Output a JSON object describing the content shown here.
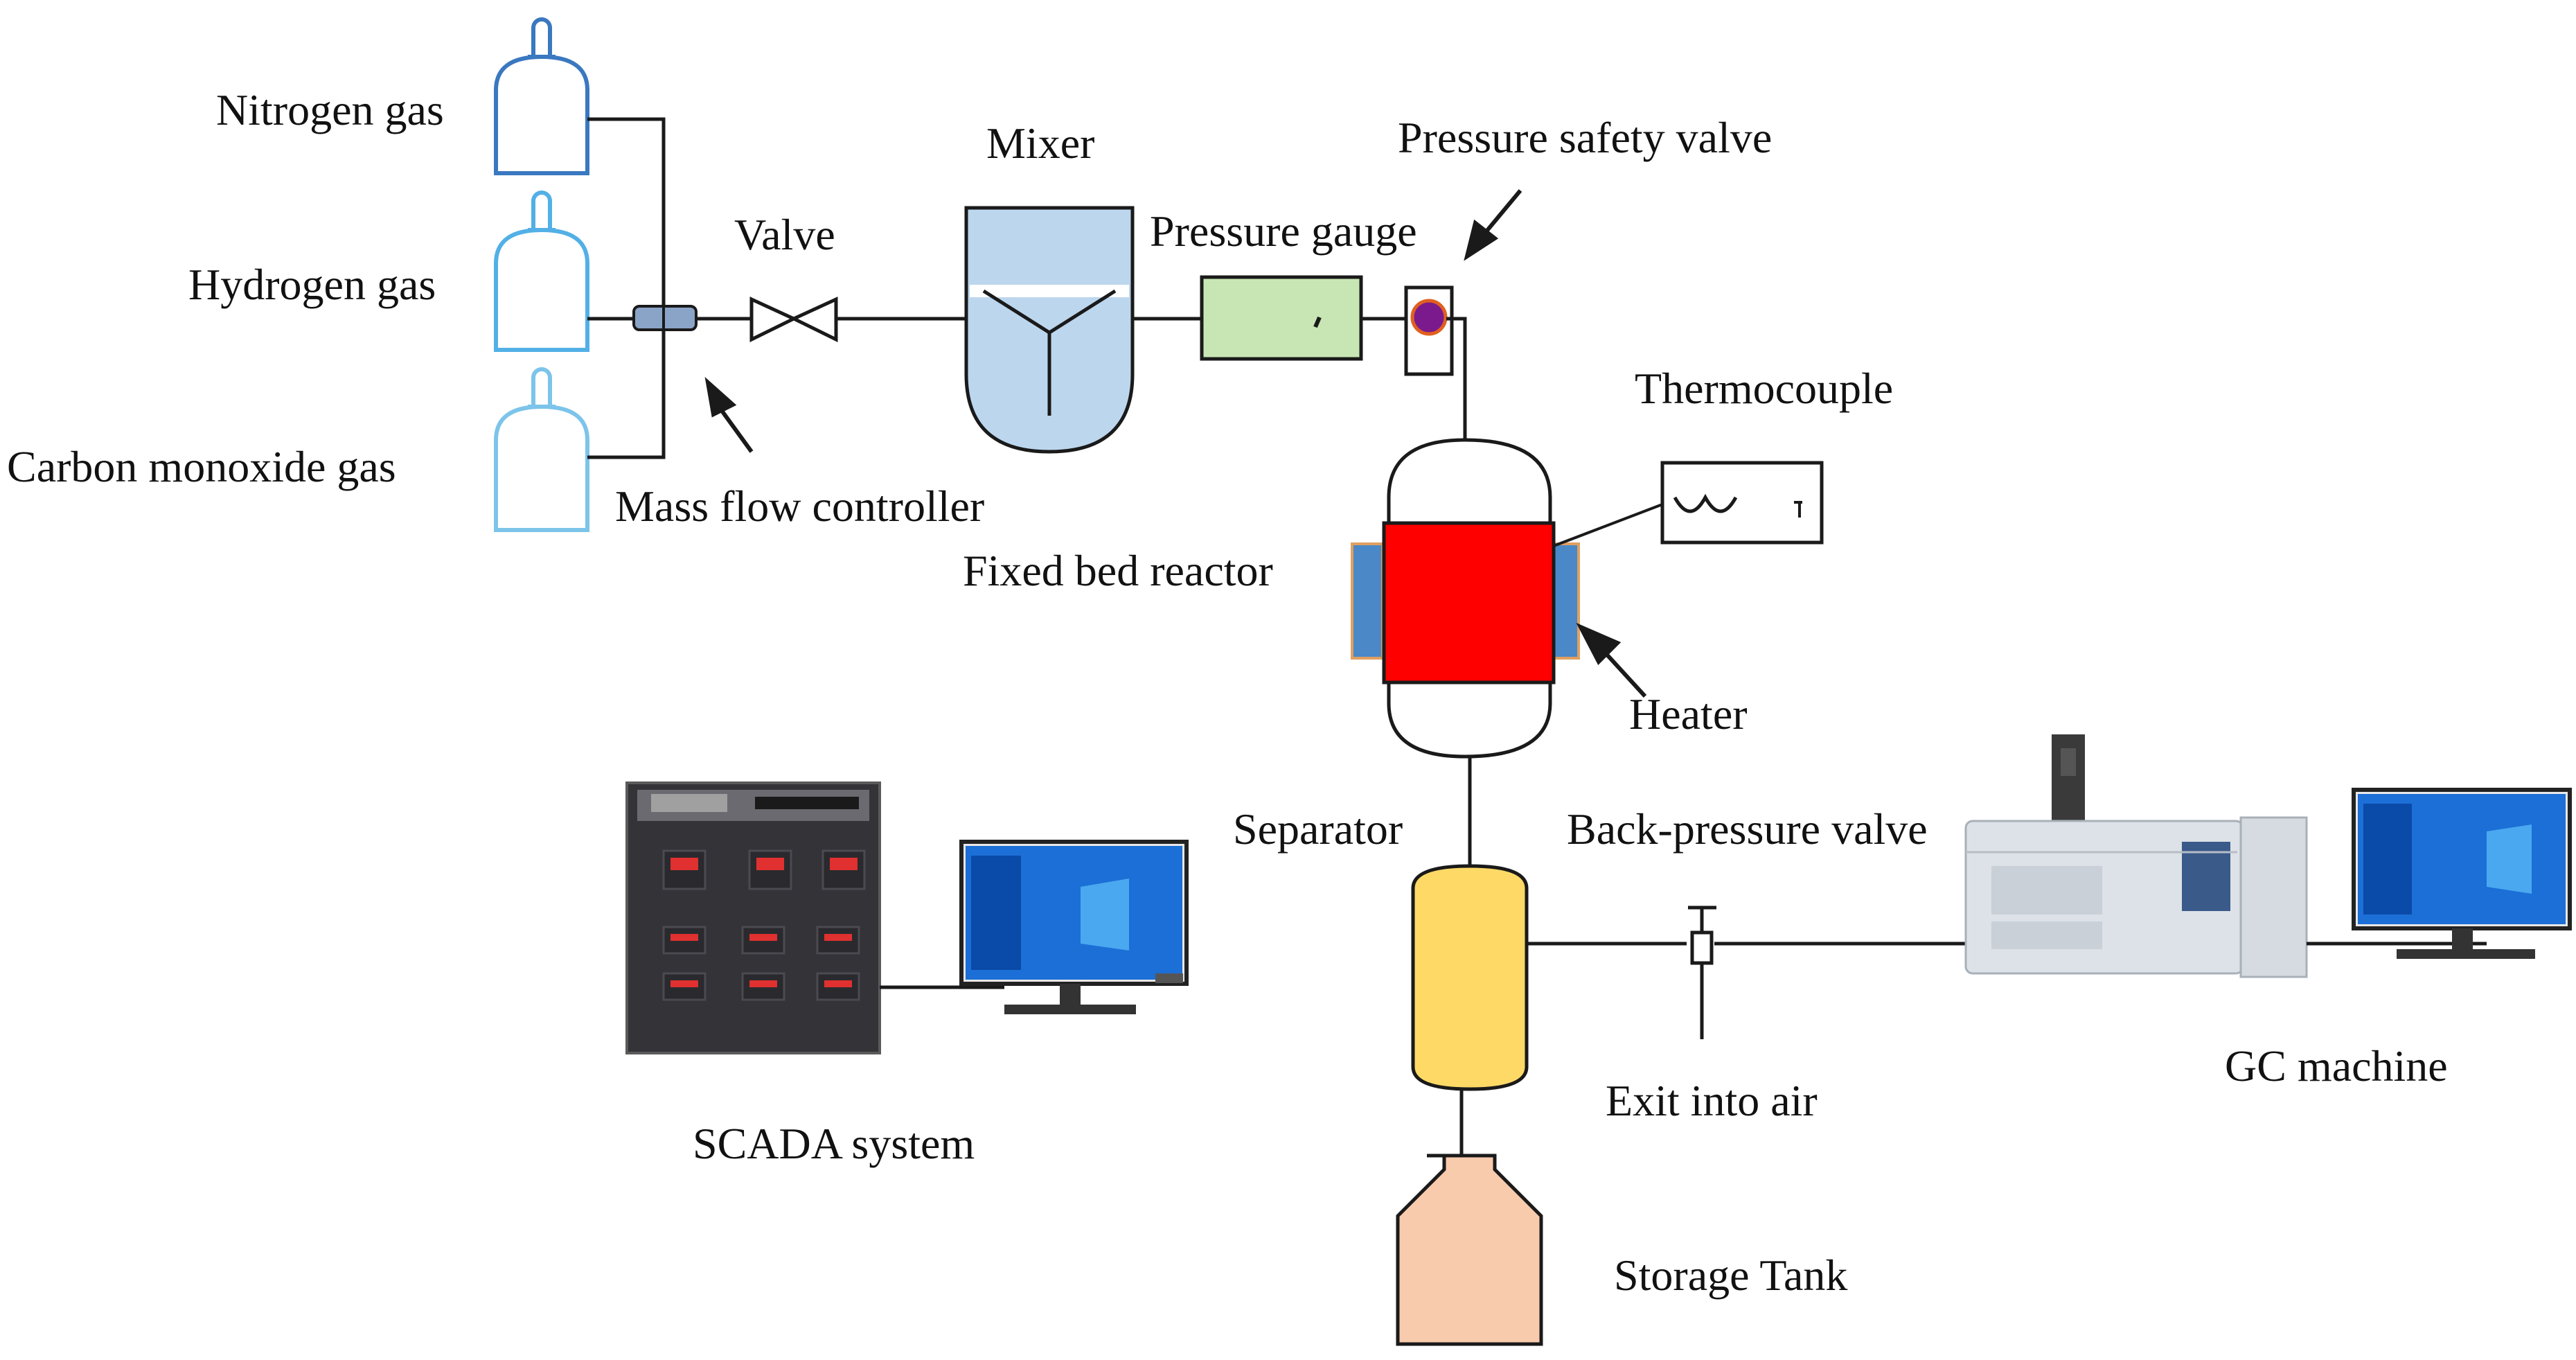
{
  "diagram": {
    "labels": {
      "nitrogen": "Nitrogen gas",
      "hydrogen": "Hydrogen gas",
      "carbon_monoxide": "Carbon monoxide gas",
      "valve": "Valve",
      "mass_flow_controller": "Mass flow controller",
      "mixer": "Mixer",
      "pressure_gauge": "Pressure gauge",
      "pressure_safety_valve": "Pressure safety valve",
      "thermocouple": "Thermocouple",
      "fixed_bed_reactor": "Fixed bed reactor",
      "heater": "Heater",
      "separator": "Separator",
      "back_pressure_valve": "Back-pressure valve",
      "exit_into_air": "Exit into air",
      "gc_machine": "GC machine",
      "scada_system": "SCADA system",
      "storage_tank": "Storage Tank"
    },
    "colors": {
      "cylinder_nitrogen": "#3a78c0",
      "cylinder_hydrogen": "#52b0e6",
      "cylinder_co": "#7cc4ea",
      "mixer_fill": "#bcd6ee",
      "gauge_fill": "#c8e6b4",
      "safety_valve": "#7a1a8c",
      "reactor_core": "#ff0000",
      "heater_fill": "#4a88c8",
      "heater_border": "#e0a060",
      "separator_fill": "#ffd966",
      "storage_fill": "#f8cbad",
      "line": "#1a1a1a"
    }
  }
}
